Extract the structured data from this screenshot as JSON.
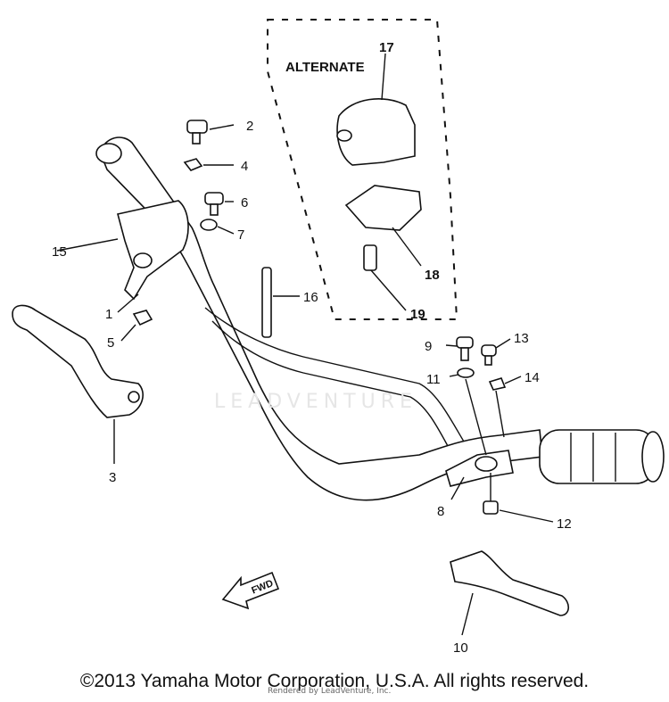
{
  "diagram": {
    "alternate_label": "ALTERNATE",
    "callouts": [
      "1",
      "2",
      "3",
      "4",
      "5",
      "6",
      "7",
      "8",
      "9",
      "10",
      "11",
      "12",
      "13",
      "14",
      "15",
      "16",
      "17",
      "18",
      "19"
    ],
    "fwd_label": "FWD",
    "watermark": "LEADVENTURE"
  },
  "footer": {
    "copyright": "©2013 Yamaha Motor Corporation, U.S.A. All rights reserved.",
    "credit": "Rendered by LeadVenture, Inc."
  }
}
